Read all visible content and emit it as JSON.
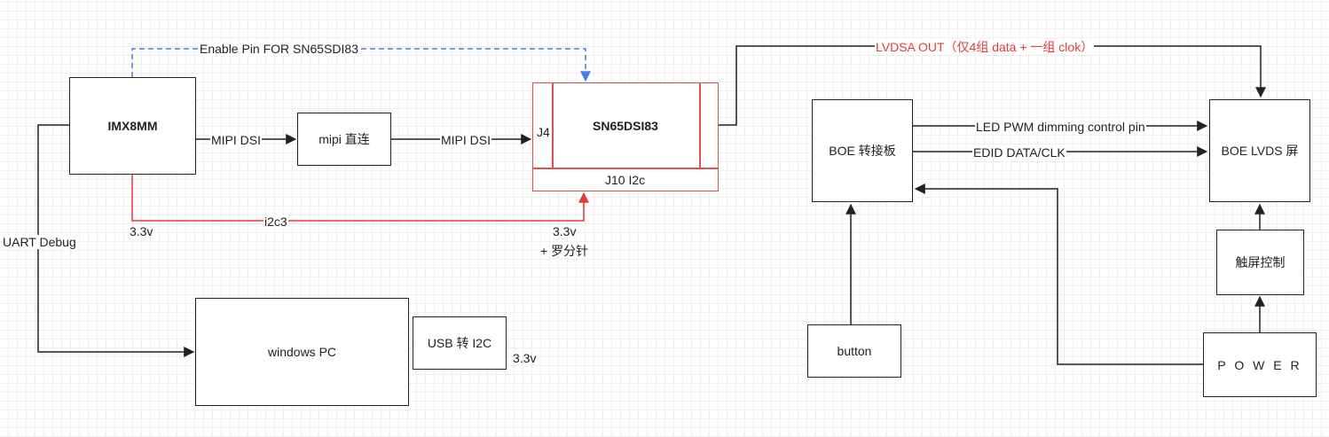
{
  "colors": {
    "line": "#222222",
    "red": "#e03c3c",
    "blue": "#4a7ce8",
    "grid": "#e6e6e6"
  },
  "nodes": {
    "imx8mm": "IMX8MM",
    "mipi_direct": "mipi 直连",
    "sn65dsi83": "SN65DSI83",
    "j4": "J4",
    "j10": "J10 I2c",
    "windows_pc": "windows PC",
    "usb_i2c": "USB 转 I2C",
    "boe_adapter": "BOE 转接板",
    "button": "button",
    "boe_lvds": "BOE LVDS 屏",
    "touch_ctrl": "触屏控制",
    "power": "P O W E R"
  },
  "labels": {
    "enable_pin": "Enable Pin FOR SN65SDI83",
    "mipi_dsi_1": "MIPI DSI",
    "mipi_dsi_2": "MIPI DSI",
    "i2c3": "i2c3",
    "v33_left": "3.3v",
    "v33_right": "3.3v",
    "luofen": "+ 罗分针",
    "uart_debug": "UART Debug",
    "v33_usb": "3.3v",
    "lvdsa_out": "LVDSA OUT（仅4组 data + 一组 clok）",
    "led_pwm": "LED PWM dimming control pin",
    "edid": "EDID DATA/CLK"
  }
}
